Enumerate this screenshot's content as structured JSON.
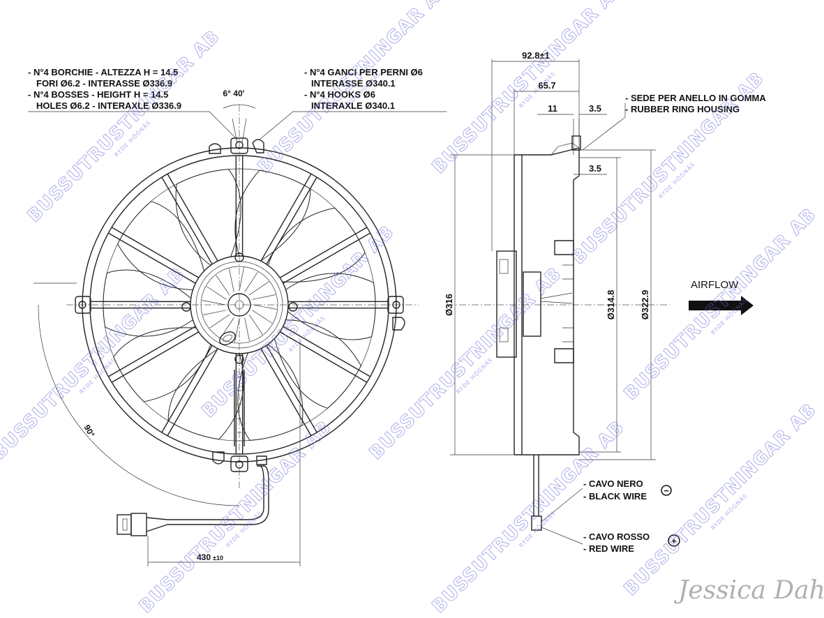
{
  "callouts": {
    "bosses": [
      "- N°4 BORCHIE - ALTEZZA H = 14.5",
      "FORI Ø6.2 - INTERASSE Ø336.9",
      "- N°4 BOSSES - HEIGHT H = 14.5",
      "HOLES Ø6.2 - INTERAXLE Ø336.9"
    ],
    "hooks": [
      "- N°4 GANCI PER PERNI Ø6",
      "INTERASSE Ø340.1",
      "- N°4 HOOKS Ø6",
      "INTERAXLE Ø340.1"
    ],
    "ring": [
      "- SEDE PER ANELLO IN GOMMA",
      "- RUBBER RING HOUSING"
    ],
    "black_wire": [
      "- CAVO NERO",
      "- BLACK WIRE"
    ],
    "red_wire": [
      "- CAVO ROSSO",
      "- RED WIRE"
    ],
    "airflow": "AIRFLOW"
  },
  "dimensions": {
    "angle_hooks": "6° 40'",
    "angle_cable": "90°",
    "cable_length": "430",
    "cable_tol": "±10",
    "depth_total": "92.8±1",
    "depth_body": "65.7",
    "hub_11": "11",
    "hub_3_5_top": "3.5",
    "hub_3_5_mid": "3.5",
    "dia_316": "Ø316",
    "dia_314_8": "Ø314.8",
    "dia_322_9": "Ø322.9"
  },
  "symbols": {
    "minus": "−",
    "plus": "+"
  },
  "watermark": {
    "text": "BUSSUTRUSTNINGAR AB",
    "sub": "RYDE HÖGNÄS",
    "signature": "Jessica Dahl",
    "color": "#6a6ad8"
  }
}
